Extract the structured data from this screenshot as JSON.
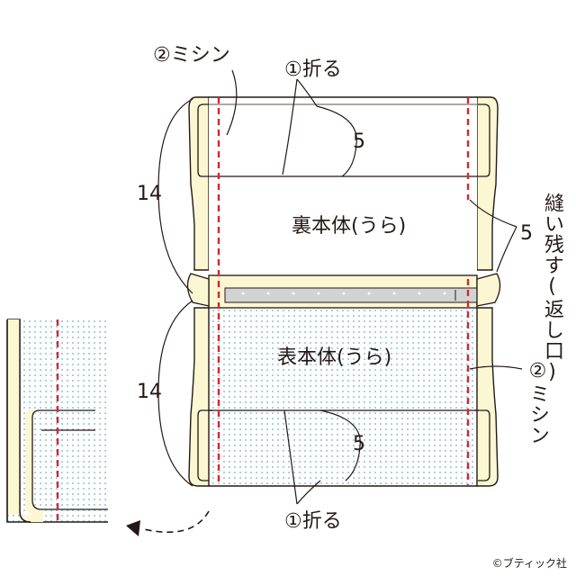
{
  "labels": {
    "sew_top": "②ミシン",
    "fold_top": "①折る",
    "dim_5_top": "5",
    "dim_14_top": "14",
    "lining_body": "裏本体(うら)",
    "leave_open": "縫い残す(返し口)",
    "dim_5_right": "5",
    "outer_body": "表本体(うら)",
    "sew_right": "②ミシン",
    "dim_14_bottom": "14",
    "dim_5_bottom": "5",
    "fold_bottom": "①折る",
    "credit": "©ブティック社"
  },
  "colors": {
    "outline": "#231815",
    "stitch": "#d7262e",
    "cream": "#fbf7d2",
    "dots": "#8fc1d8",
    "zipper_tape": "#d3d3d3"
  },
  "icons": {
    "turn_arrow": "dashed-curved-arrow-left-icon"
  }
}
